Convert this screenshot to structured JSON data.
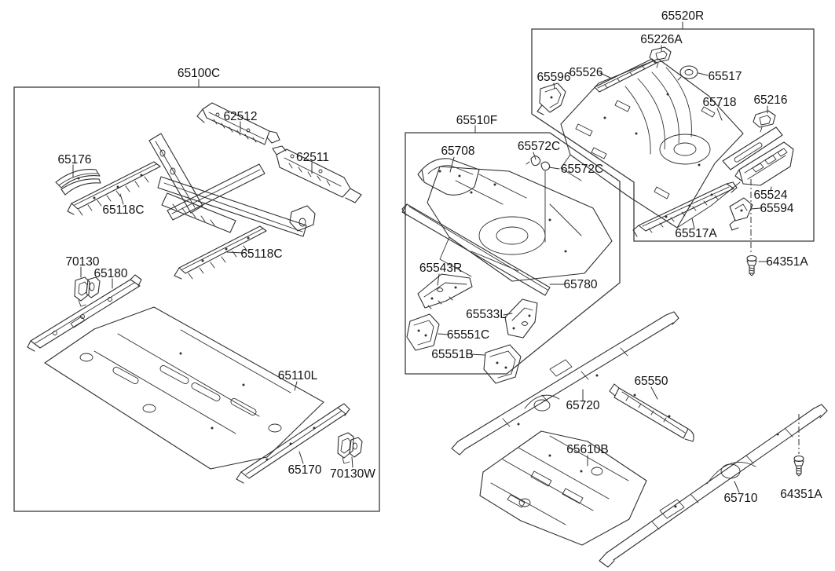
{
  "colors": {
    "background": "#ffffff",
    "line": "#2f2f2f",
    "text": "#121212"
  },
  "diagram": {
    "type": "exploded-parts-diagram",
    "assembly_boxes": [
      "65100C",
      "65510F",
      "65520R"
    ],
    "labels": [
      {
        "id": "65100C-box",
        "text": "65100C"
      },
      {
        "id": "62512",
        "text": "62512"
      },
      {
        "id": "62511",
        "text": "62511"
      },
      {
        "id": "65176",
        "text": "65176"
      },
      {
        "id": "65118C-front",
        "text": "65118C"
      },
      {
        "id": "65118C-rear",
        "text": "65118C"
      },
      {
        "id": "70130",
        "text": "70130"
      },
      {
        "id": "65180",
        "text": "65180"
      },
      {
        "id": "65110L",
        "text": "65110L"
      },
      {
        "id": "65170",
        "text": "65170"
      },
      {
        "id": "70130W",
        "text": "70130W"
      },
      {
        "id": "65510F-box",
        "text": "65510F"
      },
      {
        "id": "65708",
        "text": "65708"
      },
      {
        "id": "65572C-upper",
        "text": "65572C"
      },
      {
        "id": "65572C-lower",
        "text": "65572C"
      },
      {
        "id": "65543R",
        "text": "65543R"
      },
      {
        "id": "65533L",
        "text": "65533L"
      },
      {
        "id": "65551C",
        "text": "65551C"
      },
      {
        "id": "65551B",
        "text": "65551B"
      },
      {
        "id": "65780",
        "text": "65780"
      },
      {
        "id": "65520R-box",
        "text": "65520R"
      },
      {
        "id": "65226A",
        "text": "65226A"
      },
      {
        "id": "65596",
        "text": "65596"
      },
      {
        "id": "65526",
        "text": "65526"
      },
      {
        "id": "65517",
        "text": "65517"
      },
      {
        "id": "65718",
        "text": "65718"
      },
      {
        "id": "65216",
        "text": "65216"
      },
      {
        "id": "65524",
        "text": "65524"
      },
      {
        "id": "65594",
        "text": "65594"
      },
      {
        "id": "65517A",
        "text": "65517A"
      },
      {
        "id": "64351A-upper",
        "text": "64351A"
      },
      {
        "id": "65720",
        "text": "65720"
      },
      {
        "id": "65550",
        "text": "65550"
      },
      {
        "id": "65610B",
        "text": "65610B"
      },
      {
        "id": "65710",
        "text": "65710"
      },
      {
        "id": "64351A-lower",
        "text": "64351A"
      }
    ]
  }
}
